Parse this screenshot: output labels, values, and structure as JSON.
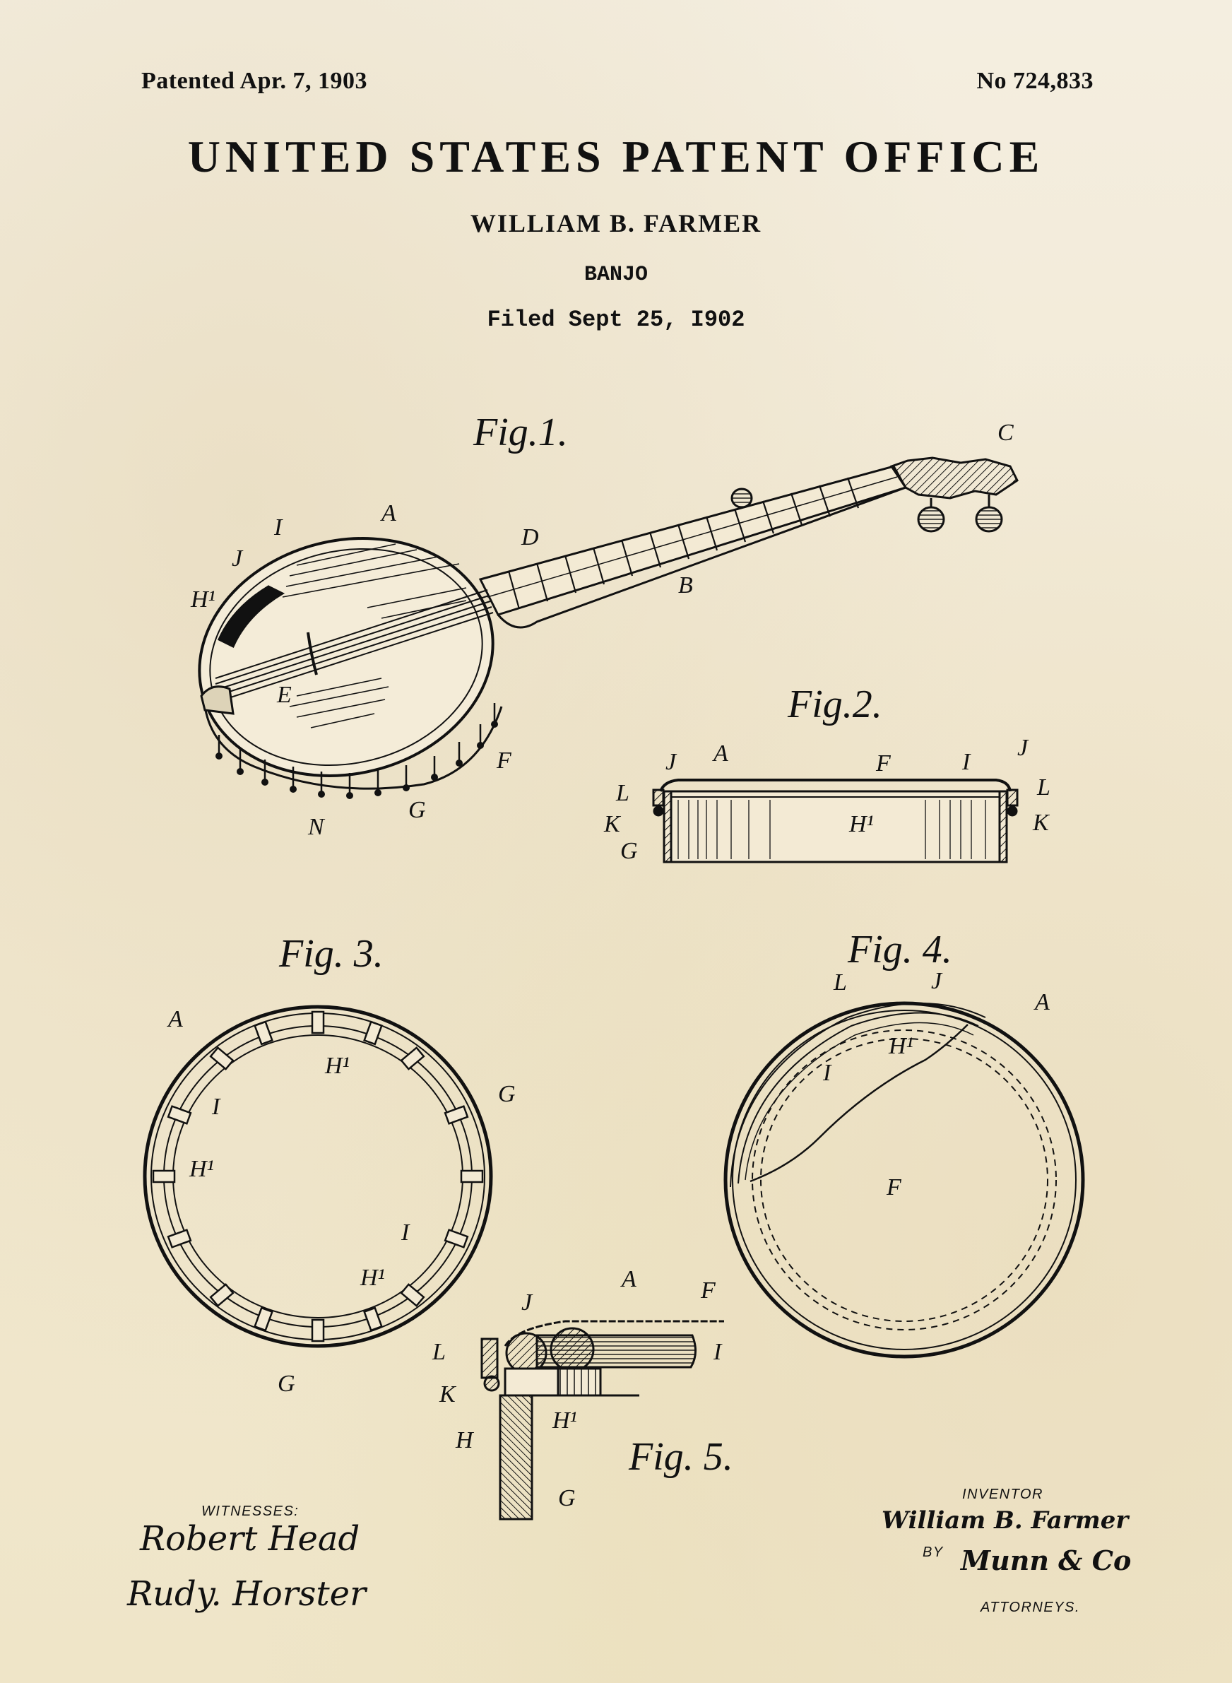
{
  "header": {
    "patented": "Patented Apr. 7, 1903",
    "patent_number": "No 724,833",
    "office": "UNITED STATES PATENT OFFICE",
    "inventor": "WILLIAM B. FARMER",
    "title": "BANJO",
    "filed": "Filed Sept 25, I902"
  },
  "figures": {
    "fig1": {
      "caption": "Fig.1.",
      "labels": [
        "A",
        "I",
        "J",
        "H1",
        "D",
        "B",
        "C",
        "E",
        "F",
        "G",
        "N"
      ]
    },
    "fig2": {
      "caption": "Fig.2.",
      "labels": [
        "J",
        "A",
        "F",
        "I",
        "J",
        "L",
        "L",
        "K",
        "K",
        "G",
        "H1"
      ]
    },
    "fig3": {
      "caption": "Fig. 3.",
      "labels": [
        "A",
        "H1",
        "I",
        "H1",
        "G",
        "I",
        "H1",
        "G"
      ]
    },
    "fig4": {
      "caption": "Fig. 4.",
      "labels": [
        "L",
        "J",
        "A",
        "I",
        "H1",
        "F"
      ]
    },
    "fig5": {
      "caption": "Fig. 5.",
      "labels": [
        "A",
        "F",
        "J",
        "L",
        "I",
        "K",
        "H1",
        "H",
        "G"
      ]
    }
  },
  "label_text": {
    "A": "A",
    "B": "B",
    "C": "C",
    "D": "D",
    "E": "E",
    "F": "F",
    "G": "G",
    "H": "H",
    "H1": "H¹",
    "I": "I",
    "J": "J",
    "K": "K",
    "L": "L",
    "N": "N"
  },
  "footer": {
    "witnesses_label": "WITNESSES:",
    "witness_1": "Robert Head",
    "witness_2": "Rudy. Horster",
    "inventor_label": "INVENTOR",
    "inventor_signature": "William B. Farmer",
    "by_label": "BY",
    "attorney_signature": "Munn & Co",
    "attorneys_label": "ATTORNEYS."
  },
  "colors": {
    "paper": "#f2ead6",
    "ink": "#111111"
  }
}
